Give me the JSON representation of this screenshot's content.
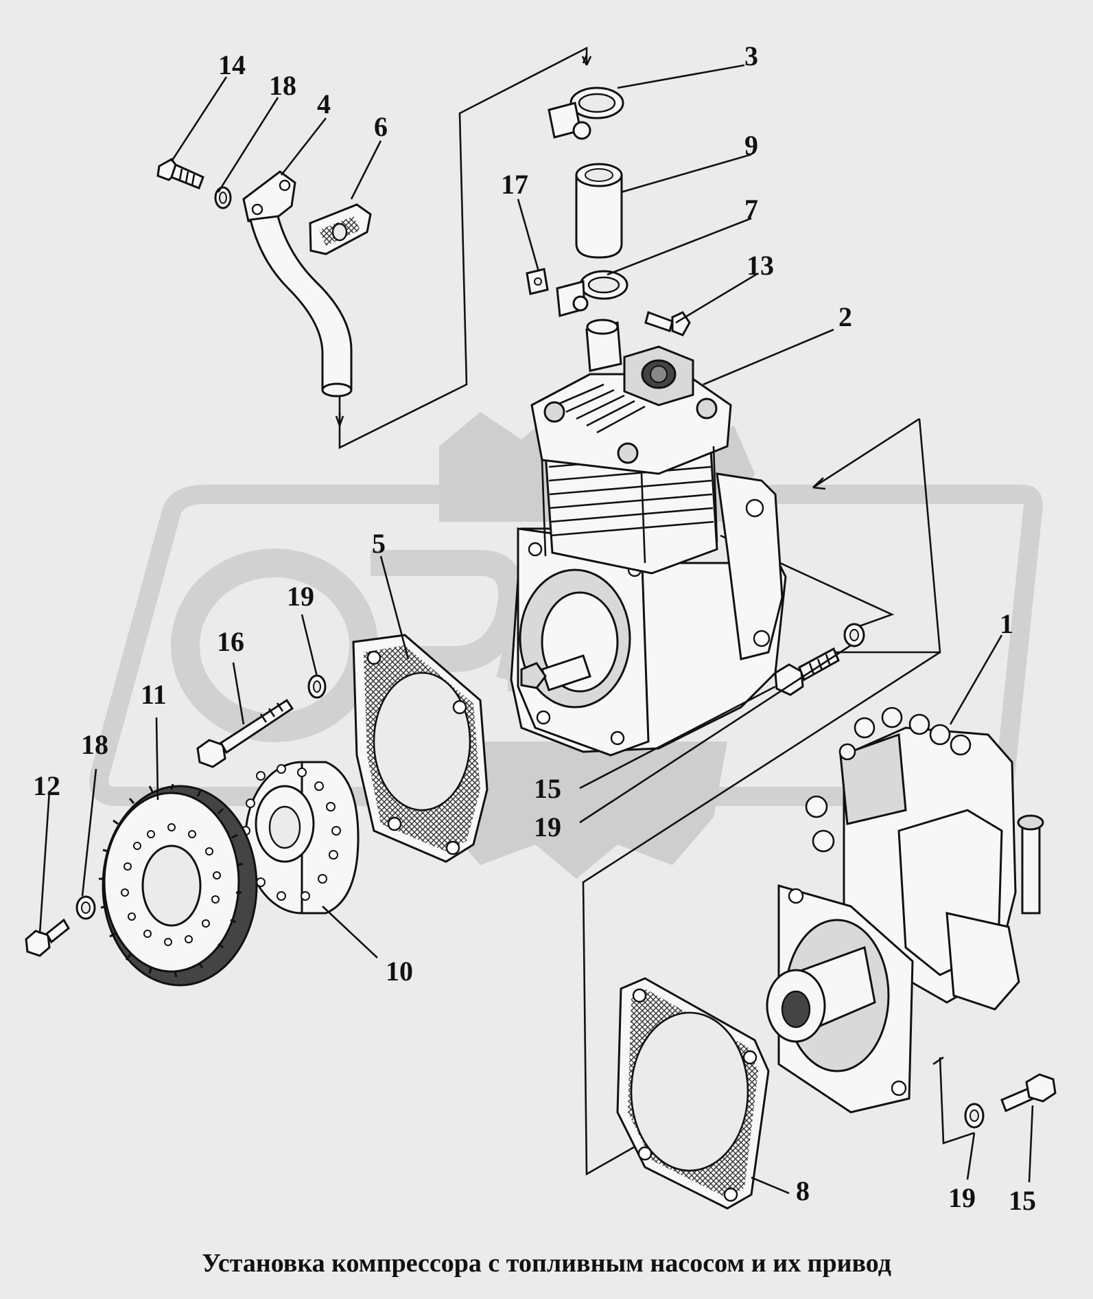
{
  "caption": "Установка компрессора с топливным насосом и их привод",
  "watermark": "ОРЕХ",
  "callouts": [
    {
      "id": "1",
      "label": "1"
    },
    {
      "id": "2",
      "label": "2"
    },
    {
      "id": "3",
      "label": "3"
    },
    {
      "id": "4",
      "label": "4"
    },
    {
      "id": "5",
      "label": "5"
    },
    {
      "id": "6",
      "label": "6"
    },
    {
      "id": "7",
      "label": "7"
    },
    {
      "id": "8",
      "label": "8"
    },
    {
      "id": "9",
      "label": "9"
    },
    {
      "id": "10",
      "label": "10"
    },
    {
      "id": "11",
      "label": "11"
    },
    {
      "id": "12",
      "label": "12"
    },
    {
      "id": "13",
      "label": "13"
    },
    {
      "id": "14",
      "label": "14"
    },
    {
      "id": "15a",
      "label": "15"
    },
    {
      "id": "15b",
      "label": "15"
    },
    {
      "id": "16",
      "label": "16"
    },
    {
      "id": "17",
      "label": "17"
    },
    {
      "id": "18a",
      "label": "18"
    },
    {
      "id": "18b",
      "label": "18"
    },
    {
      "id": "19a",
      "label": "19"
    },
    {
      "id": "19b",
      "label": "19"
    },
    {
      "id": "19c",
      "label": "19"
    }
  ],
  "colors": {
    "background": "#ebebeb",
    "ink": "#111111",
    "watermark": "#c9c9c9"
  }
}
